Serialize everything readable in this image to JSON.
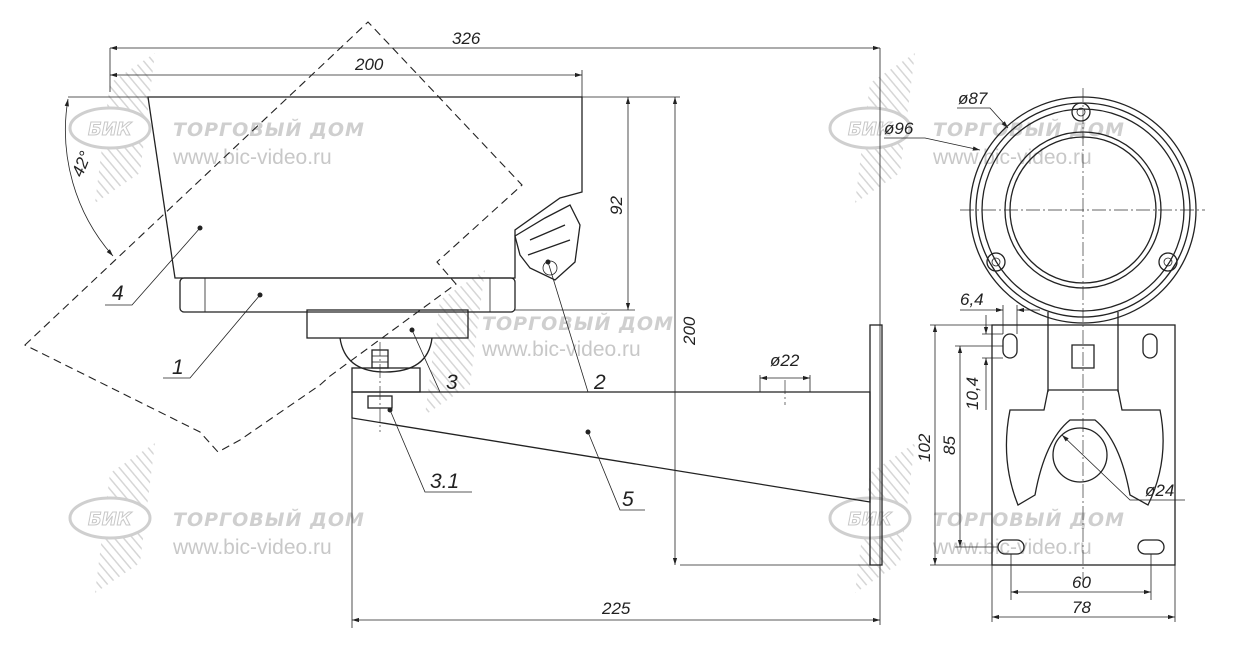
{
  "watermark": {
    "logo": "БИК",
    "brand": "ТОРГОВЫЙ ДОМ",
    "url": "www.bic-video.ru"
  },
  "dimensions": {
    "total_length": "326",
    "housing_length": "200",
    "housing_height": "92",
    "total_height": "200",
    "tilt_angle": "42°",
    "bracket_length": "225",
    "cable_hole": "ø22",
    "front_diameter_inner": "ø87",
    "front_diameter_outer": "ø96",
    "slot_width": "6,4",
    "slot_length": "10,4",
    "hole_spacing_vertical": "85",
    "plate_height": "102",
    "center_hole": "ø24",
    "hole_spacing_horizontal": "60",
    "plate_width": "78"
  },
  "parts": {
    "p1": "1",
    "p2": "2",
    "p3": "3",
    "p31": "3.1",
    "p4": "4",
    "p5": "5"
  }
}
